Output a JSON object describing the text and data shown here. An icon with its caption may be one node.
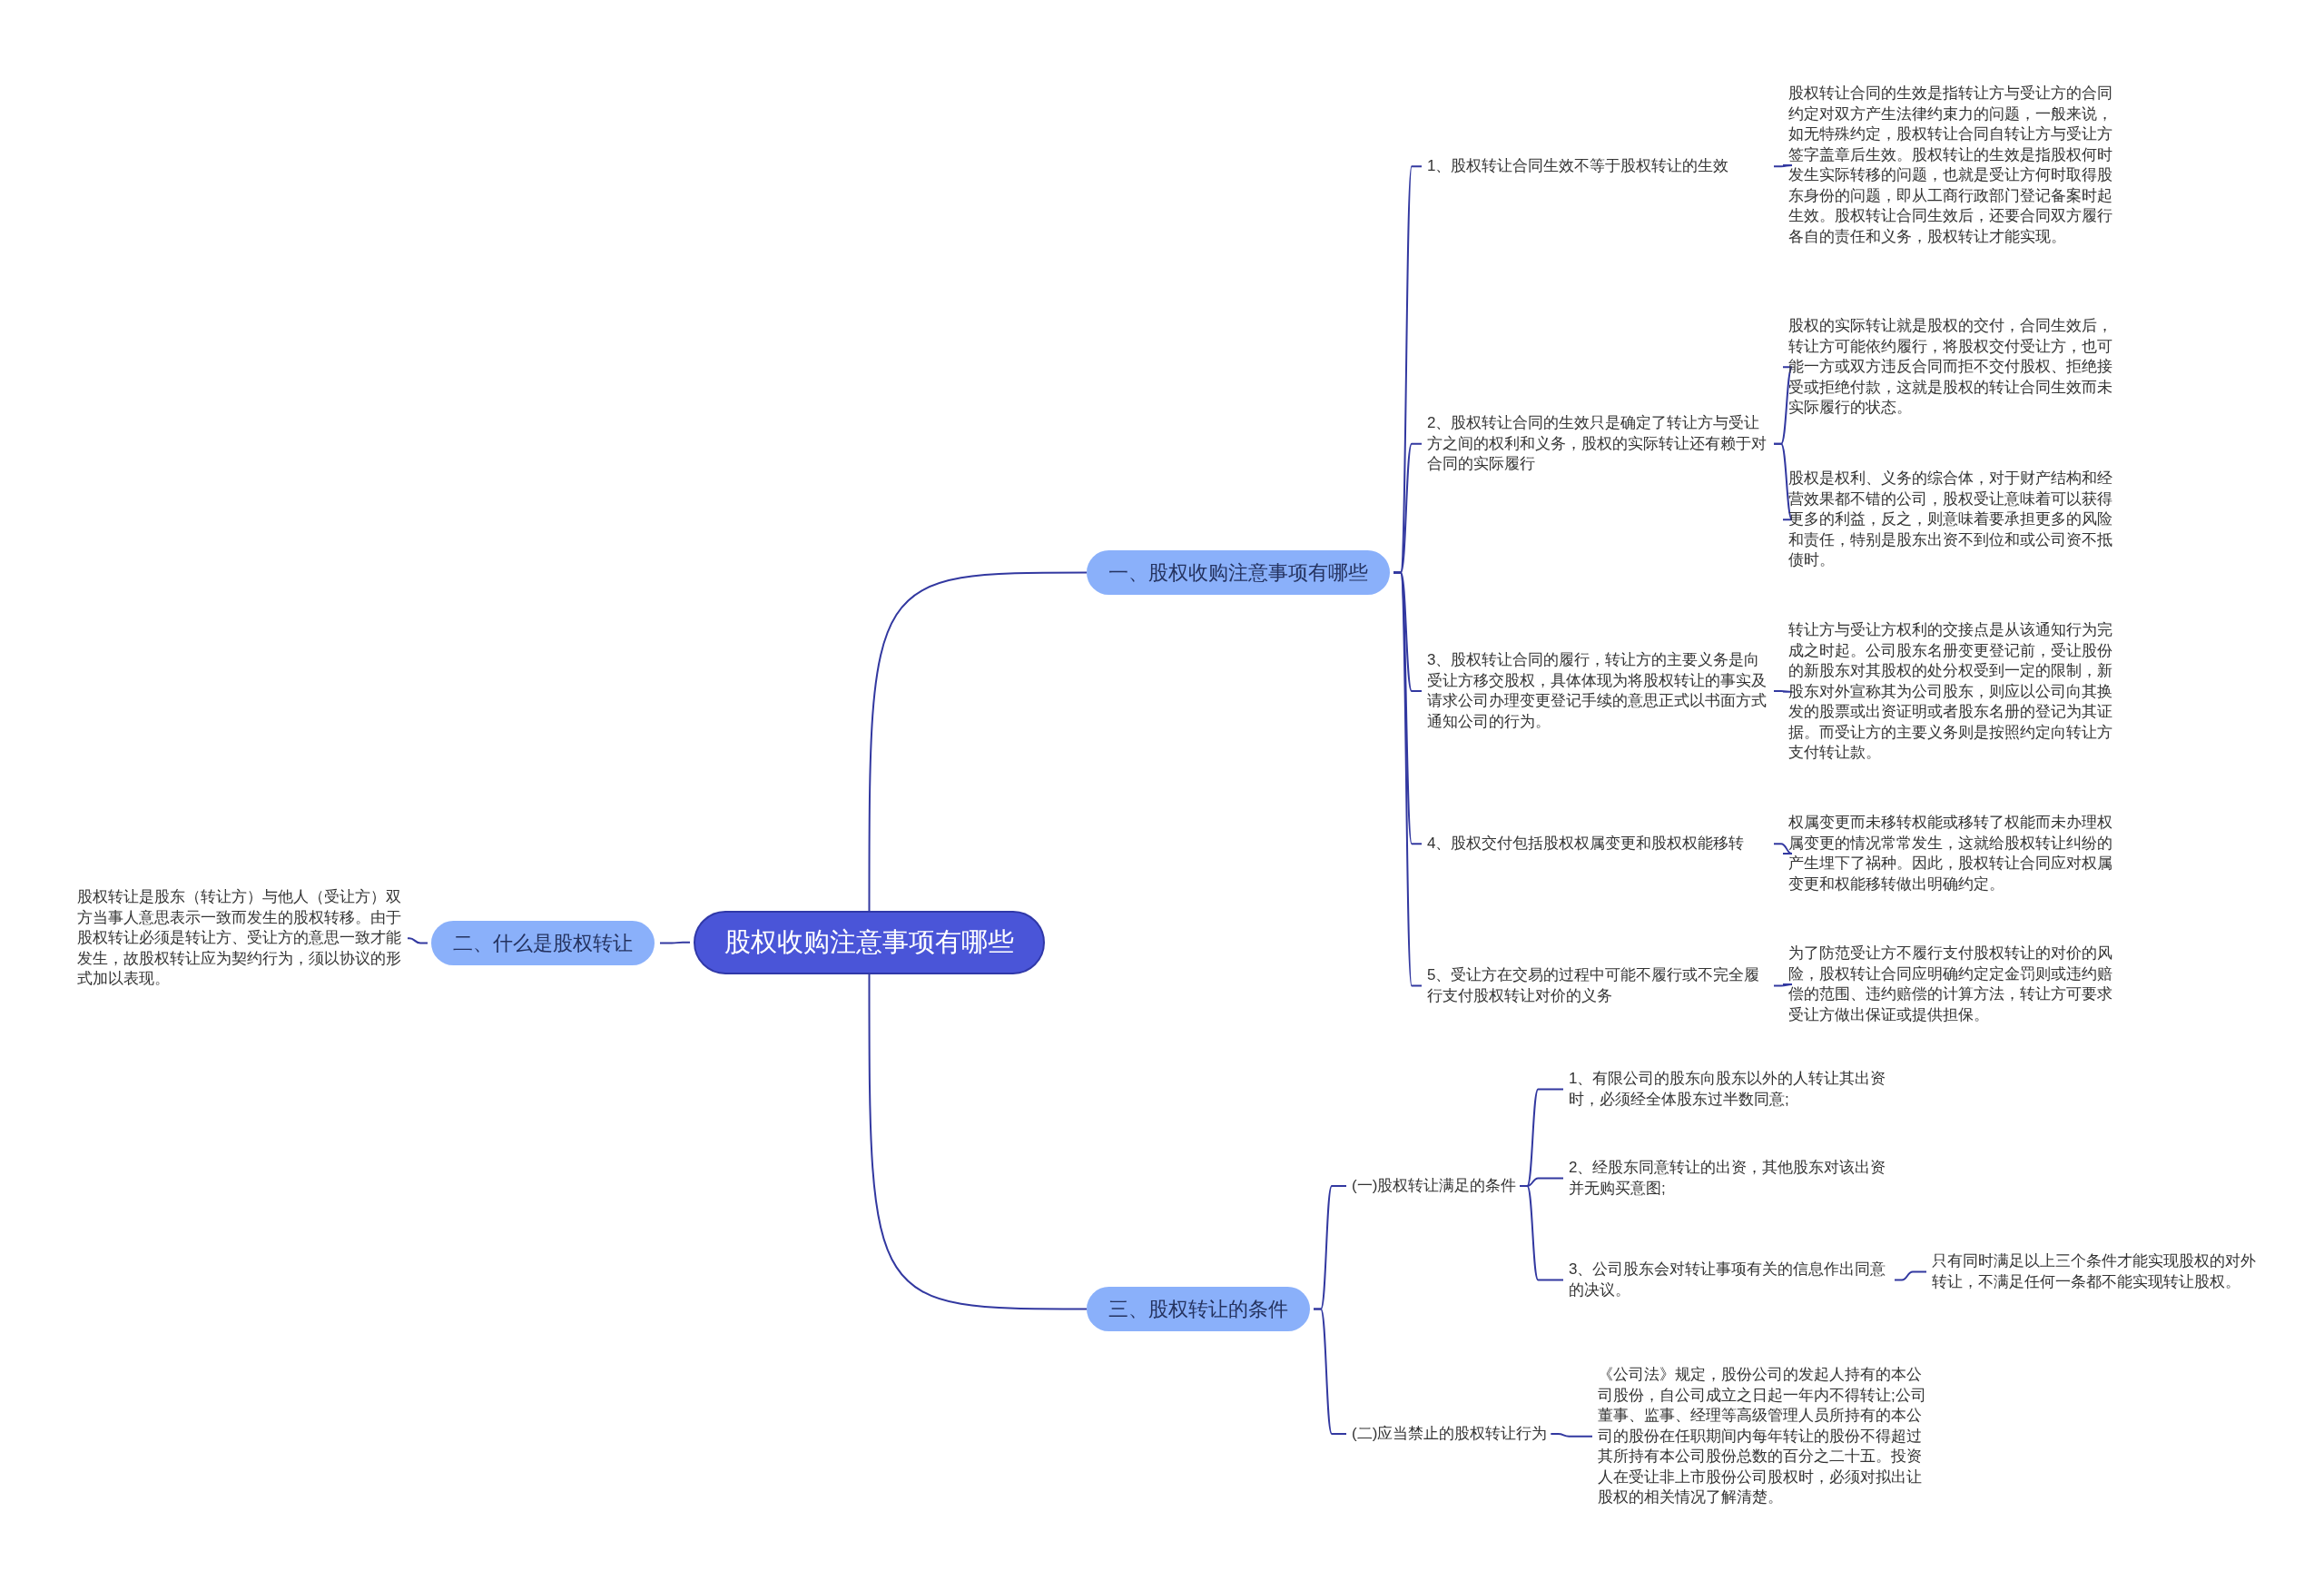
{
  "diagram": {
    "nodes": [
      {
        "text": [
          "股权收购注意事项有哪些"
        ]
      },
      {
        "text": [
          "一、股权收购注意事项有哪些"
        ]
      },
      {
        "text": [
          "1、股权转让合同生效不等于股权转让的生效"
        ]
      },
      {
        "text": [
          "股权转让合同的生效是指转让方与受让方的合同约定对双方产生法律约束力的问题，一般来说，如无特殊约定，股权转让合同自转让方与受让方签字盖章后生效。股权转让的生效是指股权何时发生实际转移的问题，也就是受让方何时取得股东身份的问题，即从工商行政部门登记备案时起生效。股权转让合同生效后，还要合同双方履行各自的责任和义务，股权转让才能实现。"
        ]
      },
      {
        "text": [
          "2、股权转让合同的生效只是确定了转让方与受让方之间的权利和义务，股权的实际转让还有赖于对合同的实际履行"
        ]
      },
      {
        "text": [
          "股权的实际转让就是股权的交付，合同生效后，转让方可能依约履行，将股权交付受让方，也可能一方或双方违反合同而拒不交付股权、拒绝接受或拒绝付款，这就是股权的转让合同生效而未实际履行的状态。"
        ]
      },
      {
        "text": [
          "股权是权利、义务的综合体，对于财产结构和经营效果都不错的公司，股权受让意味着可以获得更多的利益，反之，则意味着要承担更多的风险和责任，特别是股东出资不到位和或公司资不抵债时。"
        ]
      },
      {
        "text": [
          "3、股权转让合同的履行，转让方的主要义务是向受让方移交股权，具体体现为将股权转让的事实及请求公司办理变更登记手续的意思正式以书面方式通知公司的行为。"
        ]
      },
      {
        "text": [
          "转让方与受让方权利的交接点是从该通知行为完成之时起。公司股东名册变更登记前，受让股份的新股东对其股权的处分权受到一定的限制，新股东对外宣称其为公司股东，则应以公司向其换发的股票或出资证明或者股东名册的登记为其证据。而受让方的主要义务则是按照约定向转让方支付转让款。"
        ]
      },
      {
        "text": [
          "4、股权交付包括股权权属变更和股权权能移转"
        ]
      },
      {
        "text": [
          "权属变更而未移转权能或移转了权能而未办理权属变更的情况常常发生，这就给股权转让纠纷的产生埋下了祸种。因此，股权转让合同应对权属变更和权能移转做出明确约定。"
        ]
      },
      {
        "text": [
          "5、受让方在交易的过程中可能不履行或不完全履行支付股权转让对价的义务"
        ]
      },
      {
        "text": [
          "为了防范受让方不履行支付股权转让的对价的风险，股权转让合同应明确约定定金罚则或违约赔偿的范围、违约赔偿的计算方法，转让方可要求受让方做出保证或提供担保。"
        ]
      },
      {
        "text": [
          "二、什么是股权转让"
        ]
      },
      {
        "text": [
          "股权转让是股东（转让方）与他人（受让方）双方当事人意思表示一致而发生的股权转移。由于股权转让必须是转让方、受让方的意思一致才能发生，故股权转让应为契约行为，须以协议的形式加以表现。"
        ]
      },
      {
        "text": [
          "三、股权转让的条件"
        ]
      },
      {
        "text": [
          "(一)股权转让满足的条件"
        ]
      },
      {
        "text": [
          "1、有限公司的股东向股东以外的人转让其出资时，必须经全体股东过半数同意;"
        ]
      },
      {
        "text": [
          "2、经股东同意转让的出资，其他股东对该出资并无购买意图;"
        ]
      },
      {
        "text": [
          "3、公司股东会对转让事项有关的信息作出同意的决议。"
        ]
      },
      {
        "text": [
          "只有同时满足以上三个条件才能实现股权的对外转让，不满足任何一条都不能实现转让股权。"
        ]
      },
      {
        "text": [
          "(二)应当禁止的股权转让行为"
        ]
      },
      {
        "text": [
          "《公司法》规定，股份公司的发起人持有的本公司股份，自公司成立之日起一年内不得转让;公司董事、监事、经理等高级管理人员所持有的本公司的股份在任职期间内每年转让的股份不得超过其所持有本公司股份总数的百分之二十五。投资人在受让非上市股份公司股权时，必须对拟出让股权的相关情况了解清楚。"
        ]
      }
    ],
    "edges": [
      {
        "from": 0,
        "to": 1,
        "arrow": "none"
      },
      {
        "from": 1,
        "to": 2,
        "arrow": "none"
      },
      {
        "from": 2,
        "to": 3,
        "arrow": "none"
      },
      {
        "from": 1,
        "to": 4,
        "arrow": "none"
      },
      {
        "from": 4,
        "to": 5,
        "arrow": "none"
      },
      {
        "from": 4,
        "to": 6,
        "arrow": "none"
      },
      {
        "from": 1,
        "to": 7,
        "arrow": "none"
      },
      {
        "from": 7,
        "to": 8,
        "arrow": "none"
      },
      {
        "from": 1,
        "to": 9,
        "arrow": "none"
      },
      {
        "from": 9,
        "to": 10,
        "arrow": "none"
      },
      {
        "from": 1,
        "to": 11,
        "arrow": "none"
      },
      {
        "from": 11,
        "to": 12,
        "arrow": "none"
      },
      {
        "from": 0,
        "to": 13,
        "arrow": "none"
      },
      {
        "from": 13,
        "to": 14,
        "arrow": "none"
      },
      {
        "from": 0,
        "to": 15,
        "arrow": "none"
      },
      {
        "from": 15,
        "to": 16,
        "arrow": "none"
      },
      {
        "from": 16,
        "to": 17,
        "arrow": "none"
      },
      {
        "from": 16,
        "to": 18,
        "arrow": "none"
      },
      {
        "from": 16,
        "to": 19,
        "arrow": "none"
      },
      {
        "from": 19,
        "to": 20,
        "arrow": "none"
      },
      {
        "from": 15,
        "to": 21,
        "arrow": "none"
      },
      {
        "from": 21,
        "to": 22,
        "arrow": "none"
      }
    ]
  }
}
